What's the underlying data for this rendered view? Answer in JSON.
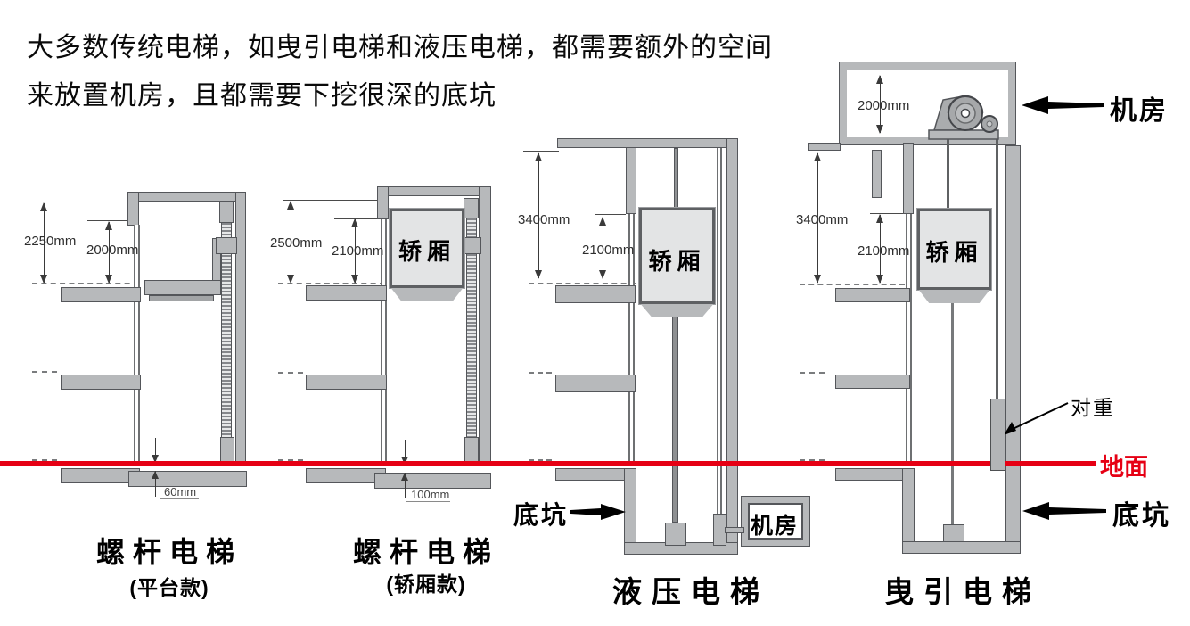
{
  "title": {
    "line1": "大多数传统电梯，如曳引电梯和液压电梯，都需要额外的空间",
    "line2": "来放置机房，且都需要下挖很深的底坑"
  },
  "ground": {
    "label": "地面"
  },
  "elevators": [
    {
      "label": "螺杆电梯",
      "sublabel": "(平台款)",
      "dim_shaft": "2250mm",
      "dim_door": "2000mm",
      "dim_pit": "60mm"
    },
    {
      "label": "螺杆电梯",
      "sublabel": "(轿厢款)",
      "dim_shaft": "2500mm",
      "dim_door": "2100mm",
      "dim_pit": "100mm",
      "cabin": "轿厢"
    },
    {
      "label": "液压电梯",
      "dim_shaft": "3400mm",
      "dim_door": "2100mm",
      "cabin": "轿厢",
      "machine_room": "机房",
      "pit": "底坑"
    },
    {
      "label": "曳引电梯",
      "dim_shaft": "3400mm",
      "dim_door": "2100mm",
      "dim_machine_room": "2000mm",
      "cabin": "轿厢",
      "machine_room": "机房",
      "pit": "底坑",
      "counterweight": "对重"
    }
  ],
  "colors": {
    "ground_red": "#e60014",
    "wall_gray": "#b7b9bb"
  }
}
